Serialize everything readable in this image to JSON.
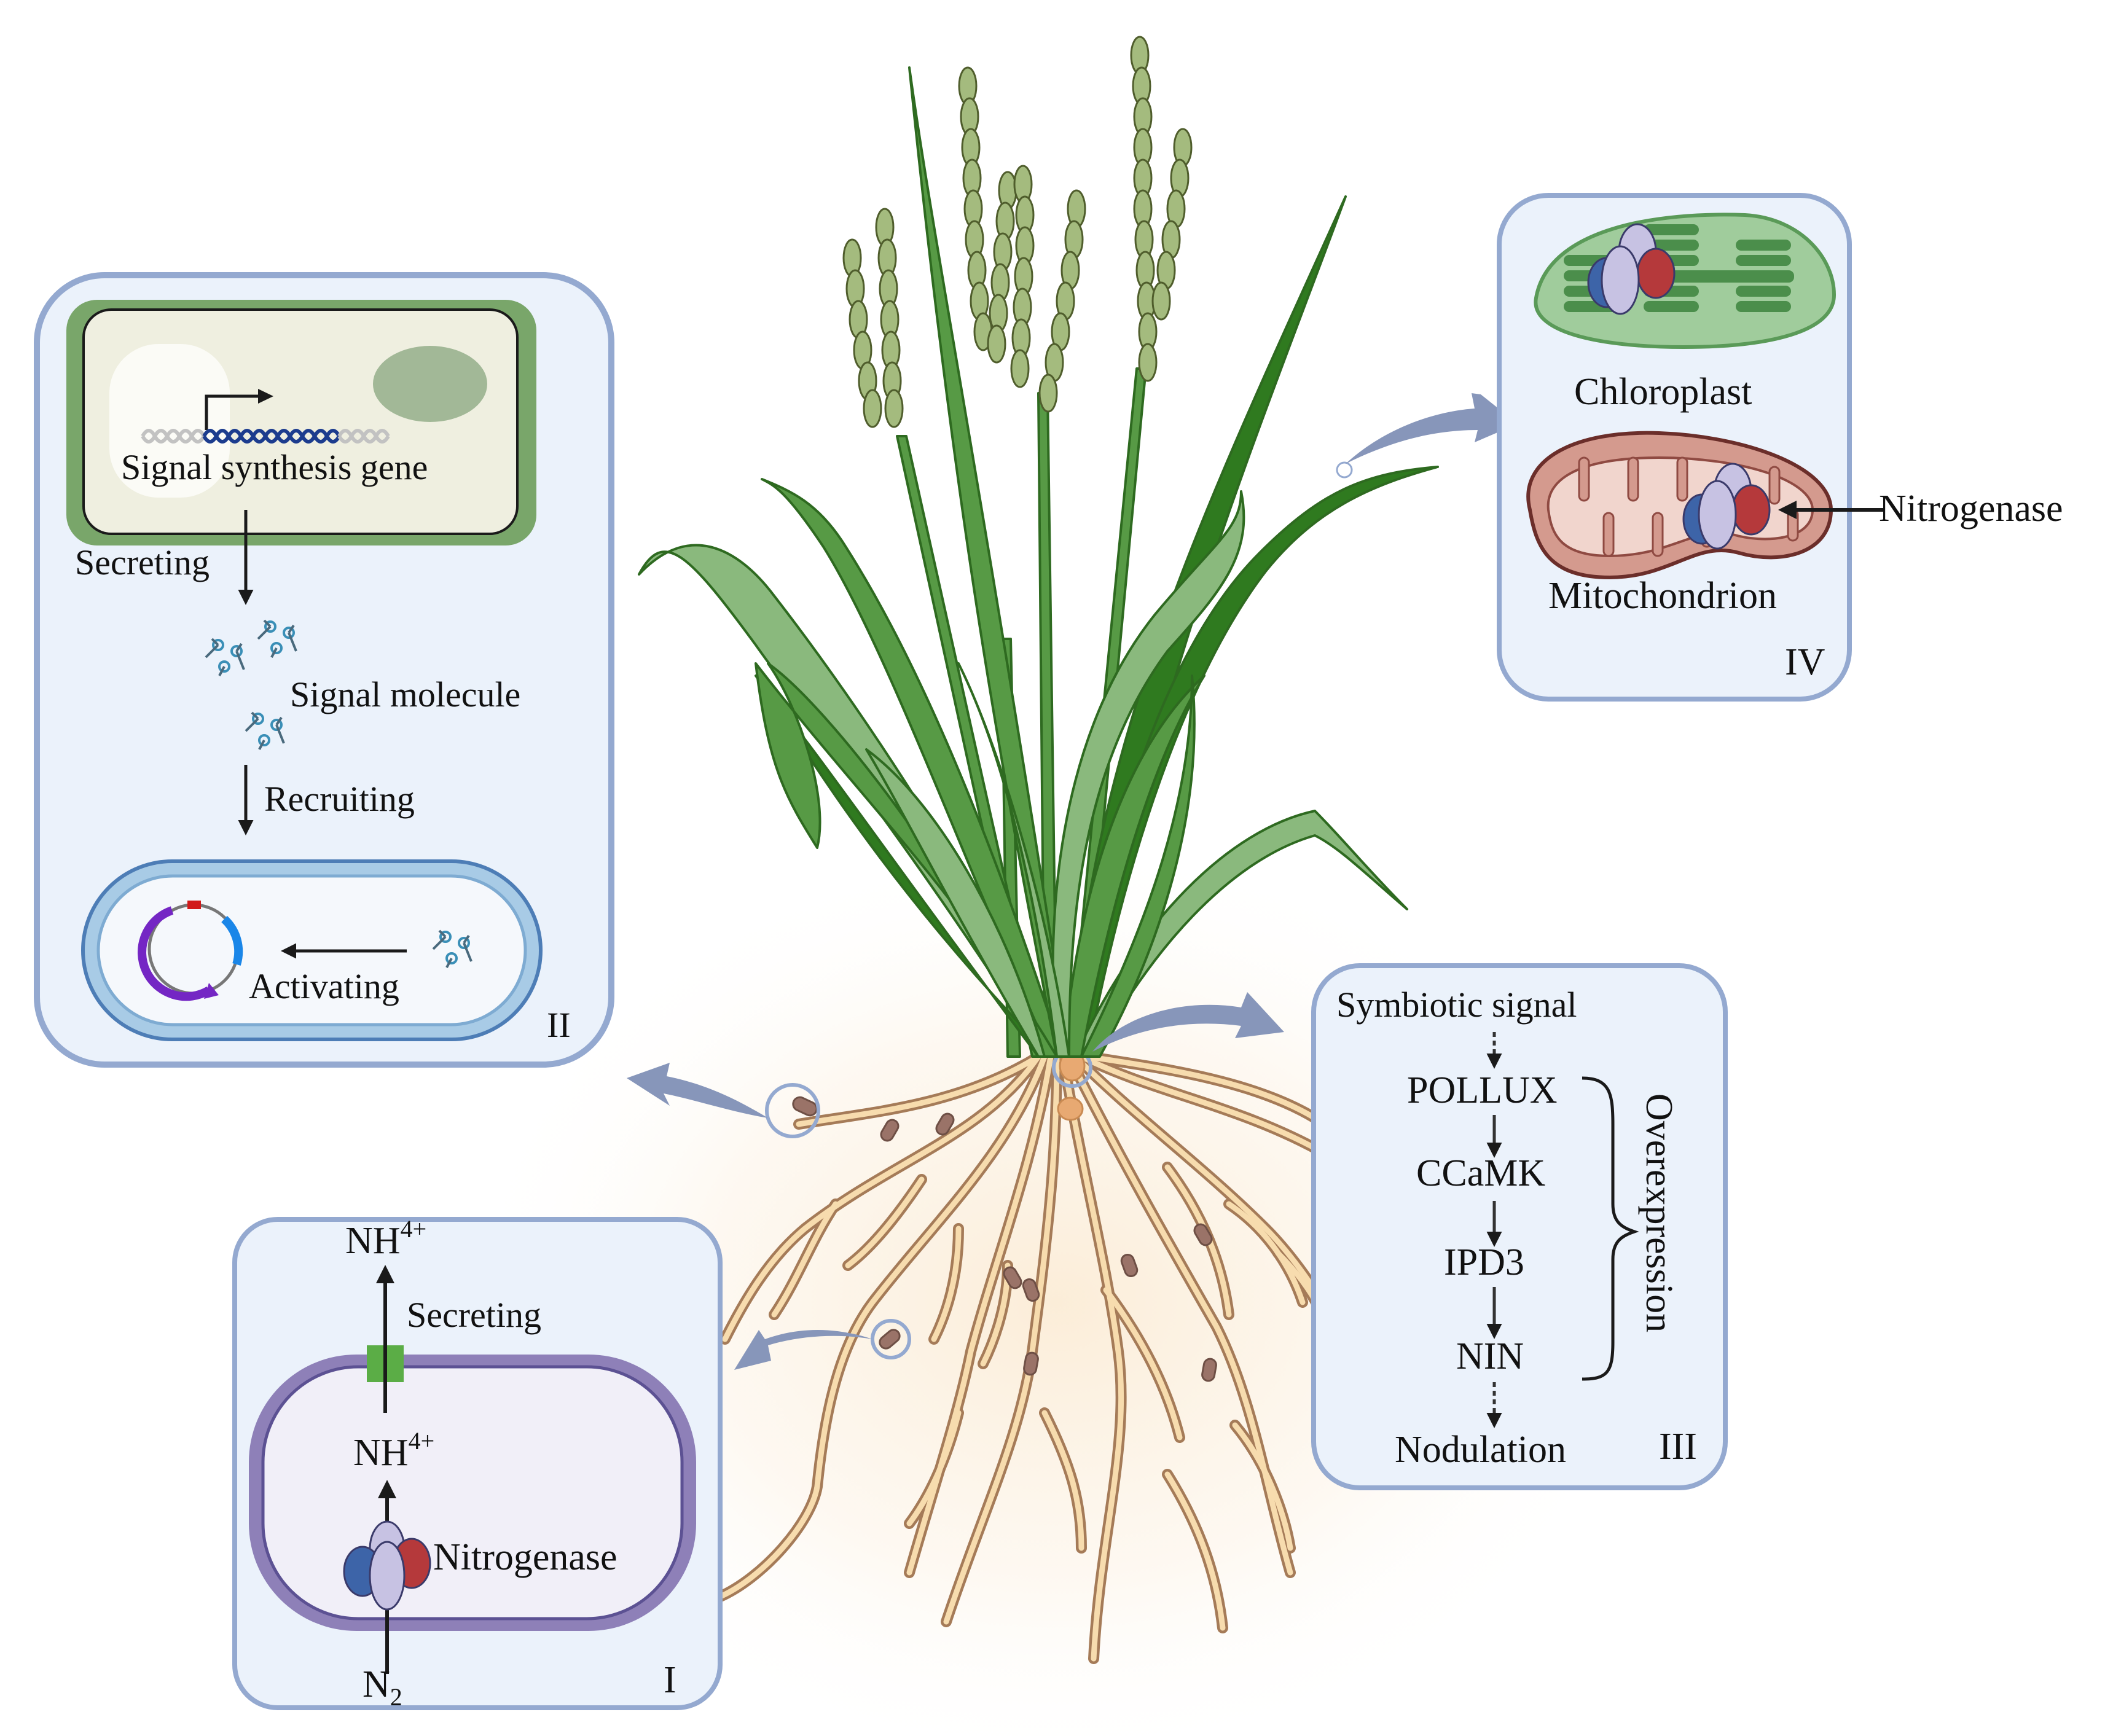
{
  "figure": {
    "subject": "Cereal plant with nitrogen-fixation engineering strategies",
    "colors": {
      "panel_border": "#94a9d0",
      "panel_fill": "#ebf2fb",
      "callout_arrow": "#8796ba",
      "leaf_dark": "#2f7a1f",
      "leaf_mid": "#579a45",
      "leaf_light": "#8ab97d",
      "panicle": "#a4bb7e",
      "root_fill": "#f7dcae",
      "root_edge": "#a57b58",
      "bacterium": "#9a7368",
      "nitrogenase_blue": "#3d64a8",
      "nitrogenase_red": "#b5393b",
      "nitrogenase_lilac": "#c7c2e3",
      "transporter_green": "#5bad46",
      "cell_membrane_purple": "#8e80b8"
    }
  },
  "panel_I": {
    "roman": "I",
    "nh4_outer": {
      "base": "NH",
      "sup": "4+"
    },
    "secreting": "Secreting",
    "nh4_inner": {
      "base": "NH",
      "sup": "4+"
    },
    "nitrogenase": "Nitrogenase",
    "n2": {
      "base": "N",
      "sub": "2"
    }
  },
  "panel_II": {
    "roman": "II",
    "gene_label": "Signal synthesis gene",
    "secreting": "Secreting",
    "signal_molecule": "Signal molecule",
    "recruiting": "Recruiting",
    "activating": "Activating"
  },
  "panel_III": {
    "roman": "III",
    "steps": [
      "Symbiotic signal",
      "POLLUX",
      "CCaMK",
      "IPD3",
      "NIN",
      "Nodulation"
    ],
    "bracket_label": "Overexpression"
  },
  "panel_IV": {
    "roman": "IV",
    "chloroplast": "Chloroplast",
    "mitochondrion": "Mitochondrion",
    "nitrogenase": "Nitrogenase"
  }
}
